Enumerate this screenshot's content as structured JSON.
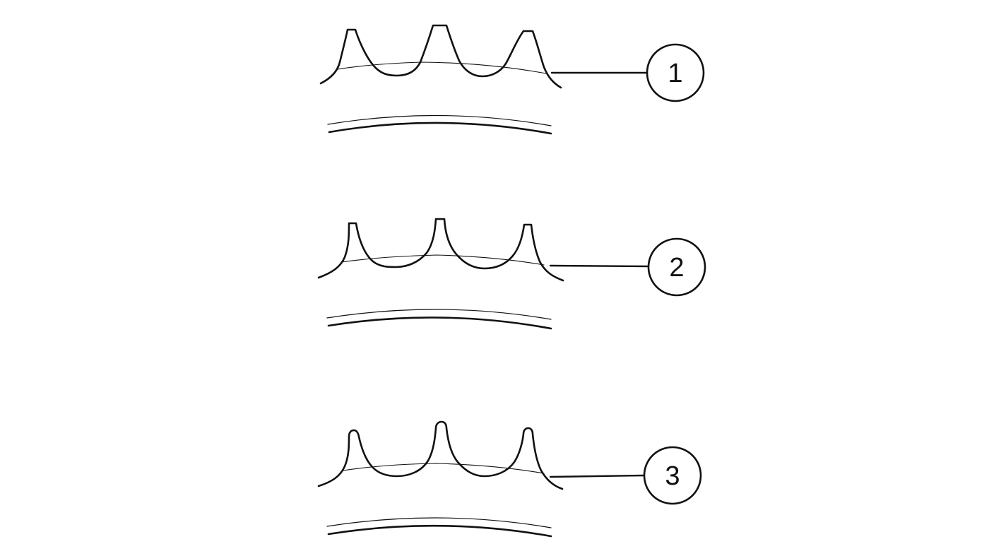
{
  "profiles": [
    {
      "id": "profile-1",
      "label": "1"
    },
    {
      "id": "profile-2",
      "label": "2"
    },
    {
      "id": "profile-3",
      "label": "3"
    }
  ],
  "colors": {
    "line": "#111111",
    "background": "#ffffff"
  }
}
